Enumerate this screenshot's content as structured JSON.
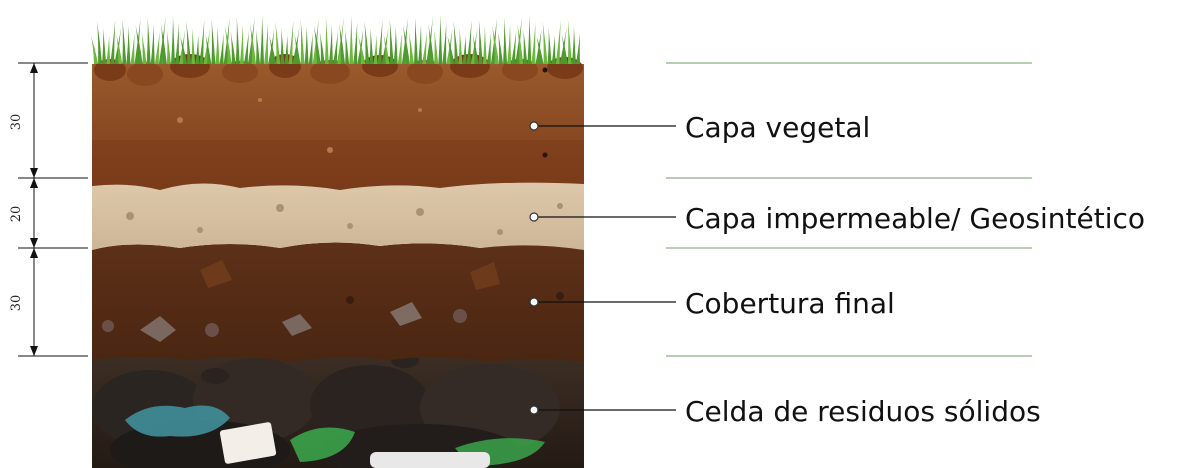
{
  "diagram": {
    "layers": [
      {
        "label": "Capa vegetal",
        "thickness": "30",
        "color": "#8a4a22"
      },
      {
        "label": "Capa impermeable/ Geosintético",
        "thickness": "20",
        "color": "#d6c2a6"
      },
      {
        "label": "Cobertura final",
        "thickness": "30",
        "color": "#5a2e16"
      },
      {
        "label": "Celda de residuos sólidos",
        "color": "#3a2c22"
      }
    ],
    "colors": {
      "grass": "#4f9a2e",
      "topsoil_rocks": "#7a3c18",
      "separator_lines": "#8fae8a",
      "leader_lines": "#111111",
      "dimension_lines": "#111111"
    }
  }
}
